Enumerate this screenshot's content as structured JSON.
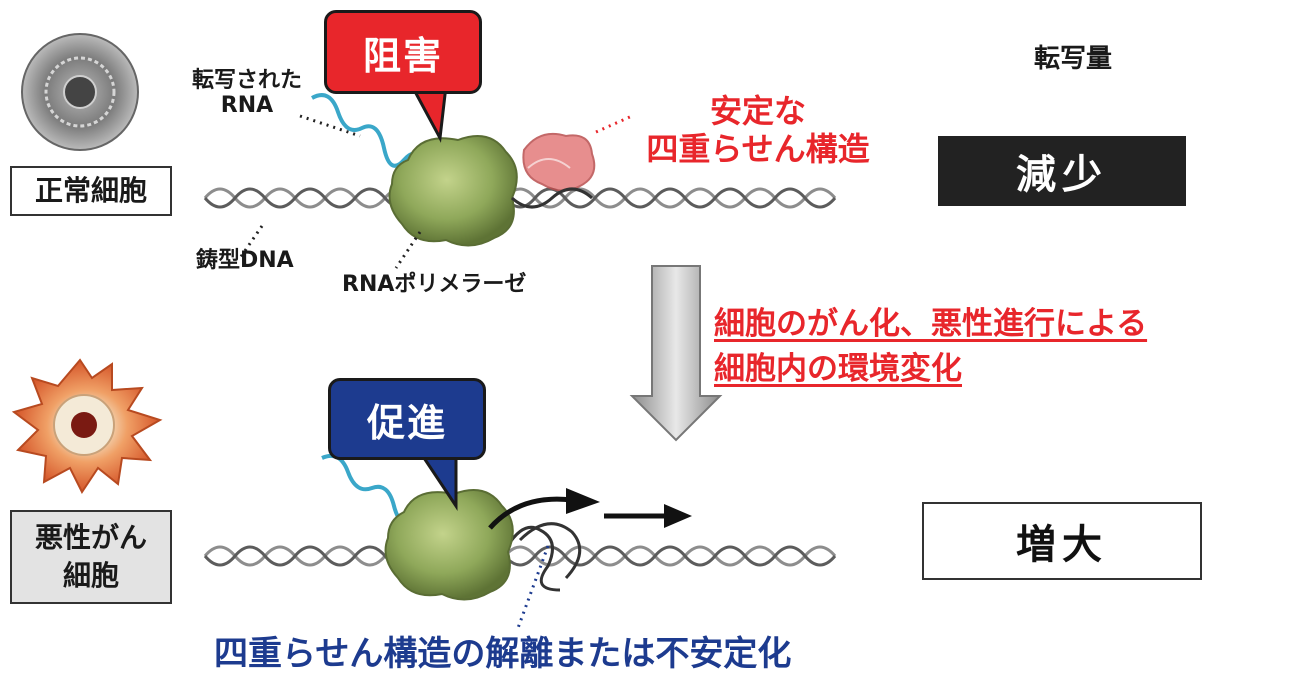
{
  "top": {
    "normal_cell_label": "正常細胞",
    "callout": "阻害",
    "transcribed_rna_label": "転写された\nRNA",
    "template_dna_label": "鋳型DNA",
    "polymerase_label": "RNAポリメラーゼ",
    "g4_label_line1": "安定な",
    "g4_label_line2": "四重らせん構造",
    "transcription_header": "転写量",
    "result": "減少"
  },
  "middle": {
    "change_line1": "細胞のがん化、悪性進行による",
    "change_line2": "細胞内の環境変化"
  },
  "bottom": {
    "cancer_cell_label": "悪性がん\n細胞",
    "callout": "促進",
    "result": "増大",
    "g4_unstable_label": "四重らせん構造の解離または不安定化"
  },
  "colors": {
    "inhibit_red": "#e8262b",
    "promote_blue": "#1d3b8f",
    "polymerase_green": "#8fa85a",
    "rna_cyan": "#3aa7c9",
    "g4_pink": "#e37b7b"
  }
}
